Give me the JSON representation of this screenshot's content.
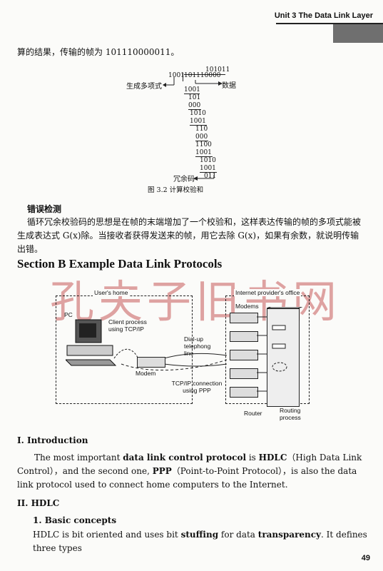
{
  "header": {
    "unit": "Unit 3   The Data Link Layer"
  },
  "intro_line": "算的结果，传输的帧为 101110000011。",
  "division": {
    "quotient": "101011",
    "divisor": "1001",
    "dividend": "101110000",
    "label_generator": "生成多项式",
    "label_data": "数据",
    "steps": [
      "1001",
      "101",
      "000",
      "1010",
      "1001",
      "110",
      "000",
      "1100",
      "1001",
      "1010",
      "1001",
      "011"
    ],
    "label_remainder": "冗余码"
  },
  "figure_caption": "图 3.2   计算校验和",
  "error_heading": "错误检测",
  "error_para": "循环冗余校验码的思想是在帧的末端增加了一个校验和，这样表达传输的帧的多项式能被生成表达式 G(x)除。当接收者获得发送来的帧，用它去除 G(x)，如果有余数，就说明传输出错。",
  "section_title": "Section B   Example Data Link Protocols",
  "watermark": "孔夫子旧书网",
  "diagram": {
    "users_home": "User's home",
    "isp_office": "Internet provider's office",
    "pc": "PC",
    "client_process": "Client process using TCP/IP",
    "modem": "Modem",
    "dialup": "Dial-up telephong line",
    "tcpip_conn": "TCP/IP connection using PPP",
    "modems": "Modems",
    "router": "Router",
    "routing_process": "Routing process"
  },
  "intro_heading": "I. Introduction",
  "intro": {
    "t1": "The most important ",
    "k1": "data link control protocol",
    "t2": " is ",
    "k2": "HDLC",
    "t3": "（High Data Link Control），and the second one, ",
    "k3": "PPP",
    "t4": "（Point-to-Point Protocol），is also the data link protocol used to connect home computers to the Internet."
  },
  "hdlc_heading": "II. HDLC",
  "basic_heading": "1. Basic concepts",
  "hdlc": {
    "t1": "HDLC is bit oriented and uses bit ",
    "k1": "stuffing",
    "t2": " for data ",
    "k2": "transparency",
    "t3": ". It defines three types"
  },
  "page_number": "49"
}
